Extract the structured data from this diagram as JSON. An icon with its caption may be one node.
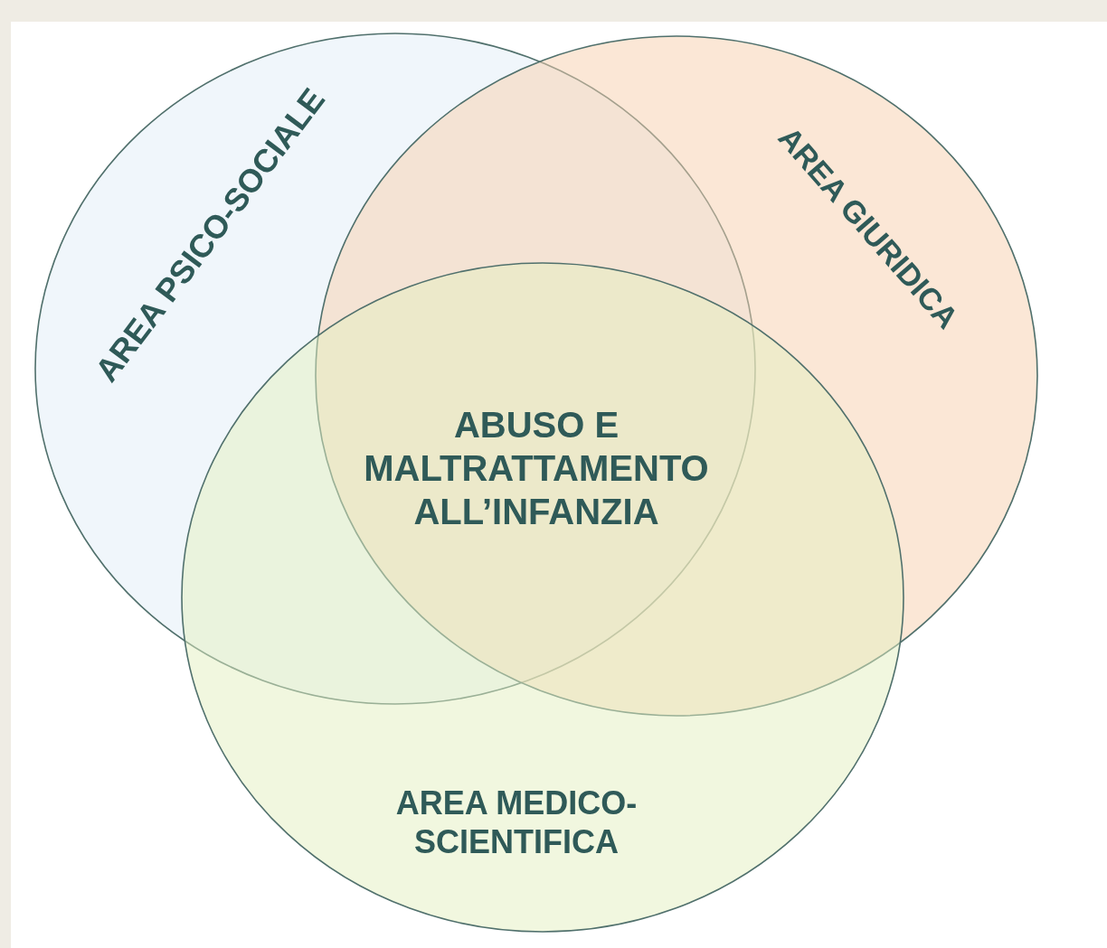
{
  "diagram": {
    "nodes": [
      {
        "text": [
          "AREA PSICO-SOCIALE"
        ]
      },
      {
        "text": [
          "AREA GIURIDICA"
        ]
      },
      {
        "text": [
          "AREA MEDICO- SCIENTIFICA"
        ]
      }
    ],
    "labels": [
      "ABUSO E MALTRATTAMENTO ALL’INFANZIA"
    ]
  }
}
